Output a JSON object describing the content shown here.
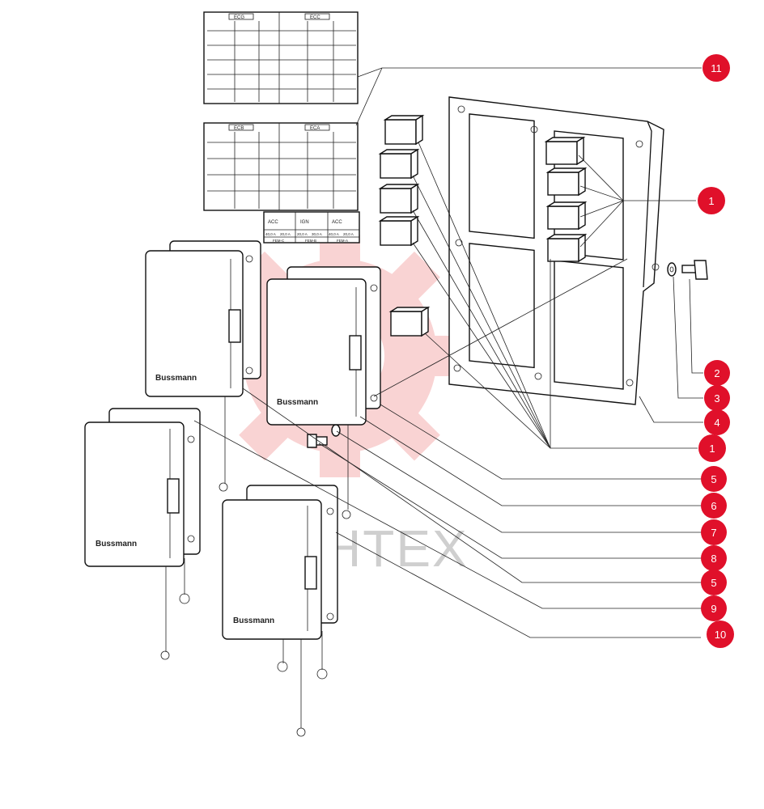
{
  "diagram": {
    "brand_label": "Bussmann",
    "watermark_text": "ИНТЕХ",
    "colors": {
      "callout_fill": "#e0102a",
      "callout_text": "#ffffff",
      "line": "#111111",
      "watermark": "#f5b0b0"
    },
    "panels": [
      {
        "title": "ECG"
      },
      {
        "title": "ECC"
      },
      {
        "title": "ECB"
      },
      {
        "title": "ECA"
      }
    ],
    "fuse_table": [
      {
        "label": "ACC",
        "amps_left": "40,0 A",
        "amps_right": "20,0 A",
        "code": "FEM-C"
      },
      {
        "label": "IGN",
        "amps_left": "20,0 A",
        "amps_right": "30,0 A",
        "code": "FEM-B"
      },
      {
        "label": "ACC",
        "amps_left": "40,0 A",
        "amps_right": "20,0 A",
        "code": "FEM-A"
      }
    ],
    "callouts": [
      {
        "id": "c11",
        "number": "11"
      },
      {
        "id": "c1a",
        "number": "1"
      },
      {
        "id": "c2",
        "number": "2"
      },
      {
        "id": "c3",
        "number": "3"
      },
      {
        "id": "c4",
        "number": "4"
      },
      {
        "id": "c1b",
        "number": "1"
      },
      {
        "id": "c5a",
        "number": "5"
      },
      {
        "id": "c6",
        "number": "6"
      },
      {
        "id": "c7",
        "number": "7"
      },
      {
        "id": "c8",
        "number": "8"
      },
      {
        "id": "c5b",
        "number": "5"
      },
      {
        "id": "c9",
        "number": "9"
      },
      {
        "id": "c10",
        "number": "10"
      }
    ]
  }
}
